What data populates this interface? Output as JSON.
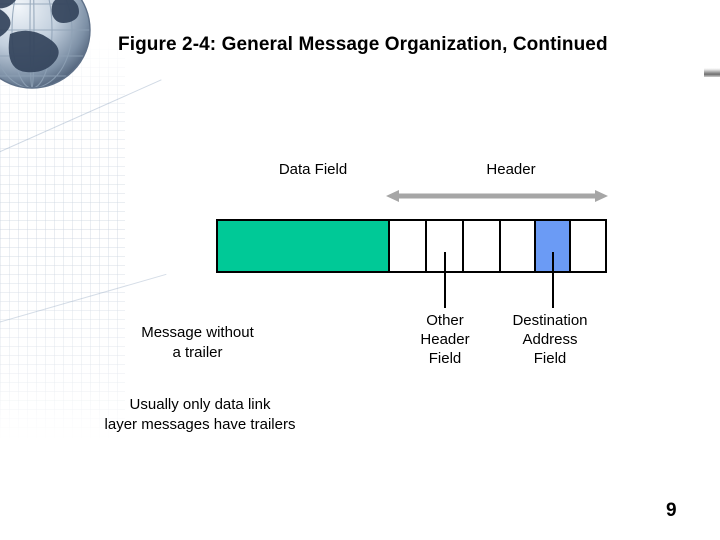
{
  "slide": {
    "title": "Figure 2-4: General Message Organization, Continued",
    "page_number": "9"
  },
  "decoration": {
    "globe_icon": "globe-icon",
    "accent_bar": "accent-bar",
    "watermark": "grid-watermark"
  },
  "diagram": {
    "labels": {
      "data_field": "Data Field",
      "header": "Header"
    },
    "arrow": {
      "name": "header-span-double-arrow",
      "color": "#a6a6a6"
    },
    "cells": [
      {
        "name": "data-field",
        "label": "Data Field",
        "color": "#00c997",
        "width": 170
      },
      {
        "name": "header-segment-1",
        "label": "",
        "color": "#ffffff",
        "width": 37
      },
      {
        "name": "header-segment-2",
        "label": "",
        "color": "#ffffff",
        "width": 37
      },
      {
        "name": "header-segment-3",
        "label": "",
        "color": "#ffffff",
        "width": 37
      },
      {
        "name": "header-segment-4",
        "label": "",
        "color": "#ffffff",
        "width": 35
      },
      {
        "name": "destination-address-field",
        "label": "Destination Address Field",
        "color": "#6b9bf5",
        "width": 35
      },
      {
        "name": "header-segment-6",
        "label": "",
        "color": "#ffffff",
        "width": 36
      }
    ],
    "captions": {
      "other_header_field": "Other\nHeader\nField",
      "destination_address_field": "Destination\nAddress\nField",
      "message_without_trailer": "Message without\na trailer"
    },
    "note": "Usually only data link\nlayer messages have trailers"
  },
  "colors": {
    "data_field_green": "#00c997",
    "destination_blue": "#6b9bf5",
    "outline_black": "#000000",
    "arrow_gray": "#a6a6a6"
  }
}
